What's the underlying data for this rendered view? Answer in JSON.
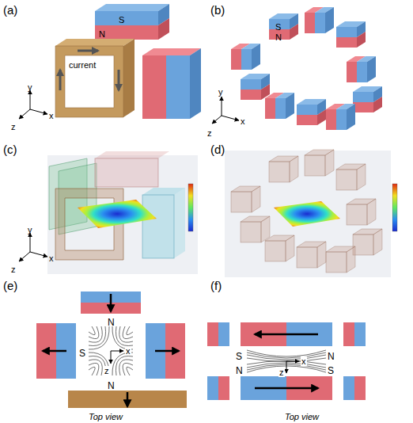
{
  "diagram": {
    "labels": [
      "(a)",
      "S",
      "N",
      "current",
      "y",
      "z",
      "x",
      "(b)",
      "S",
      "N",
      "y",
      "z",
      "x",
      "(c)",
      "y",
      "z",
      "x",
      "(d)",
      "(e)",
      "N",
      "S",
      "z",
      "x",
      "N",
      "Top view",
      "(f)",
      "S",
      "N",
      "z",
      "x",
      "N",
      "S",
      "Top view"
    ]
  }
}
